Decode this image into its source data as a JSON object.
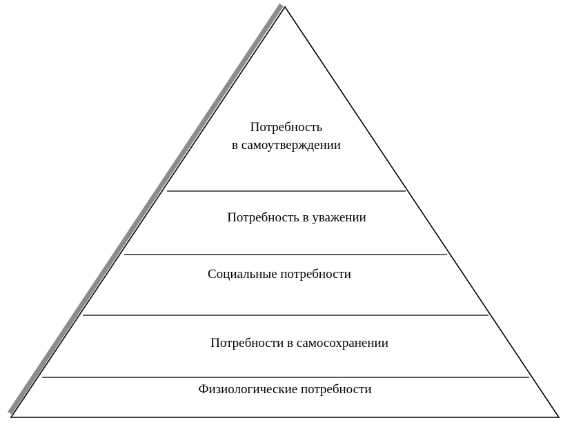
{
  "diagram": {
    "levels": [
      {
        "lines": [
          "Потребность",
          "в самоутверждении"
        ]
      },
      {
        "lines": [
          "Потребность в уважении"
        ]
      },
      {
        "lines": [
          "Социальные потребности"
        ]
      },
      {
        "lines": [
          "Потребности в самосохранении"
        ]
      },
      {
        "lines": [
          "Физиологические потребности"
        ]
      }
    ],
    "colors": {
      "outline": "#000000",
      "shadow": "#8c8c8c",
      "background": "#ffffff"
    }
  }
}
